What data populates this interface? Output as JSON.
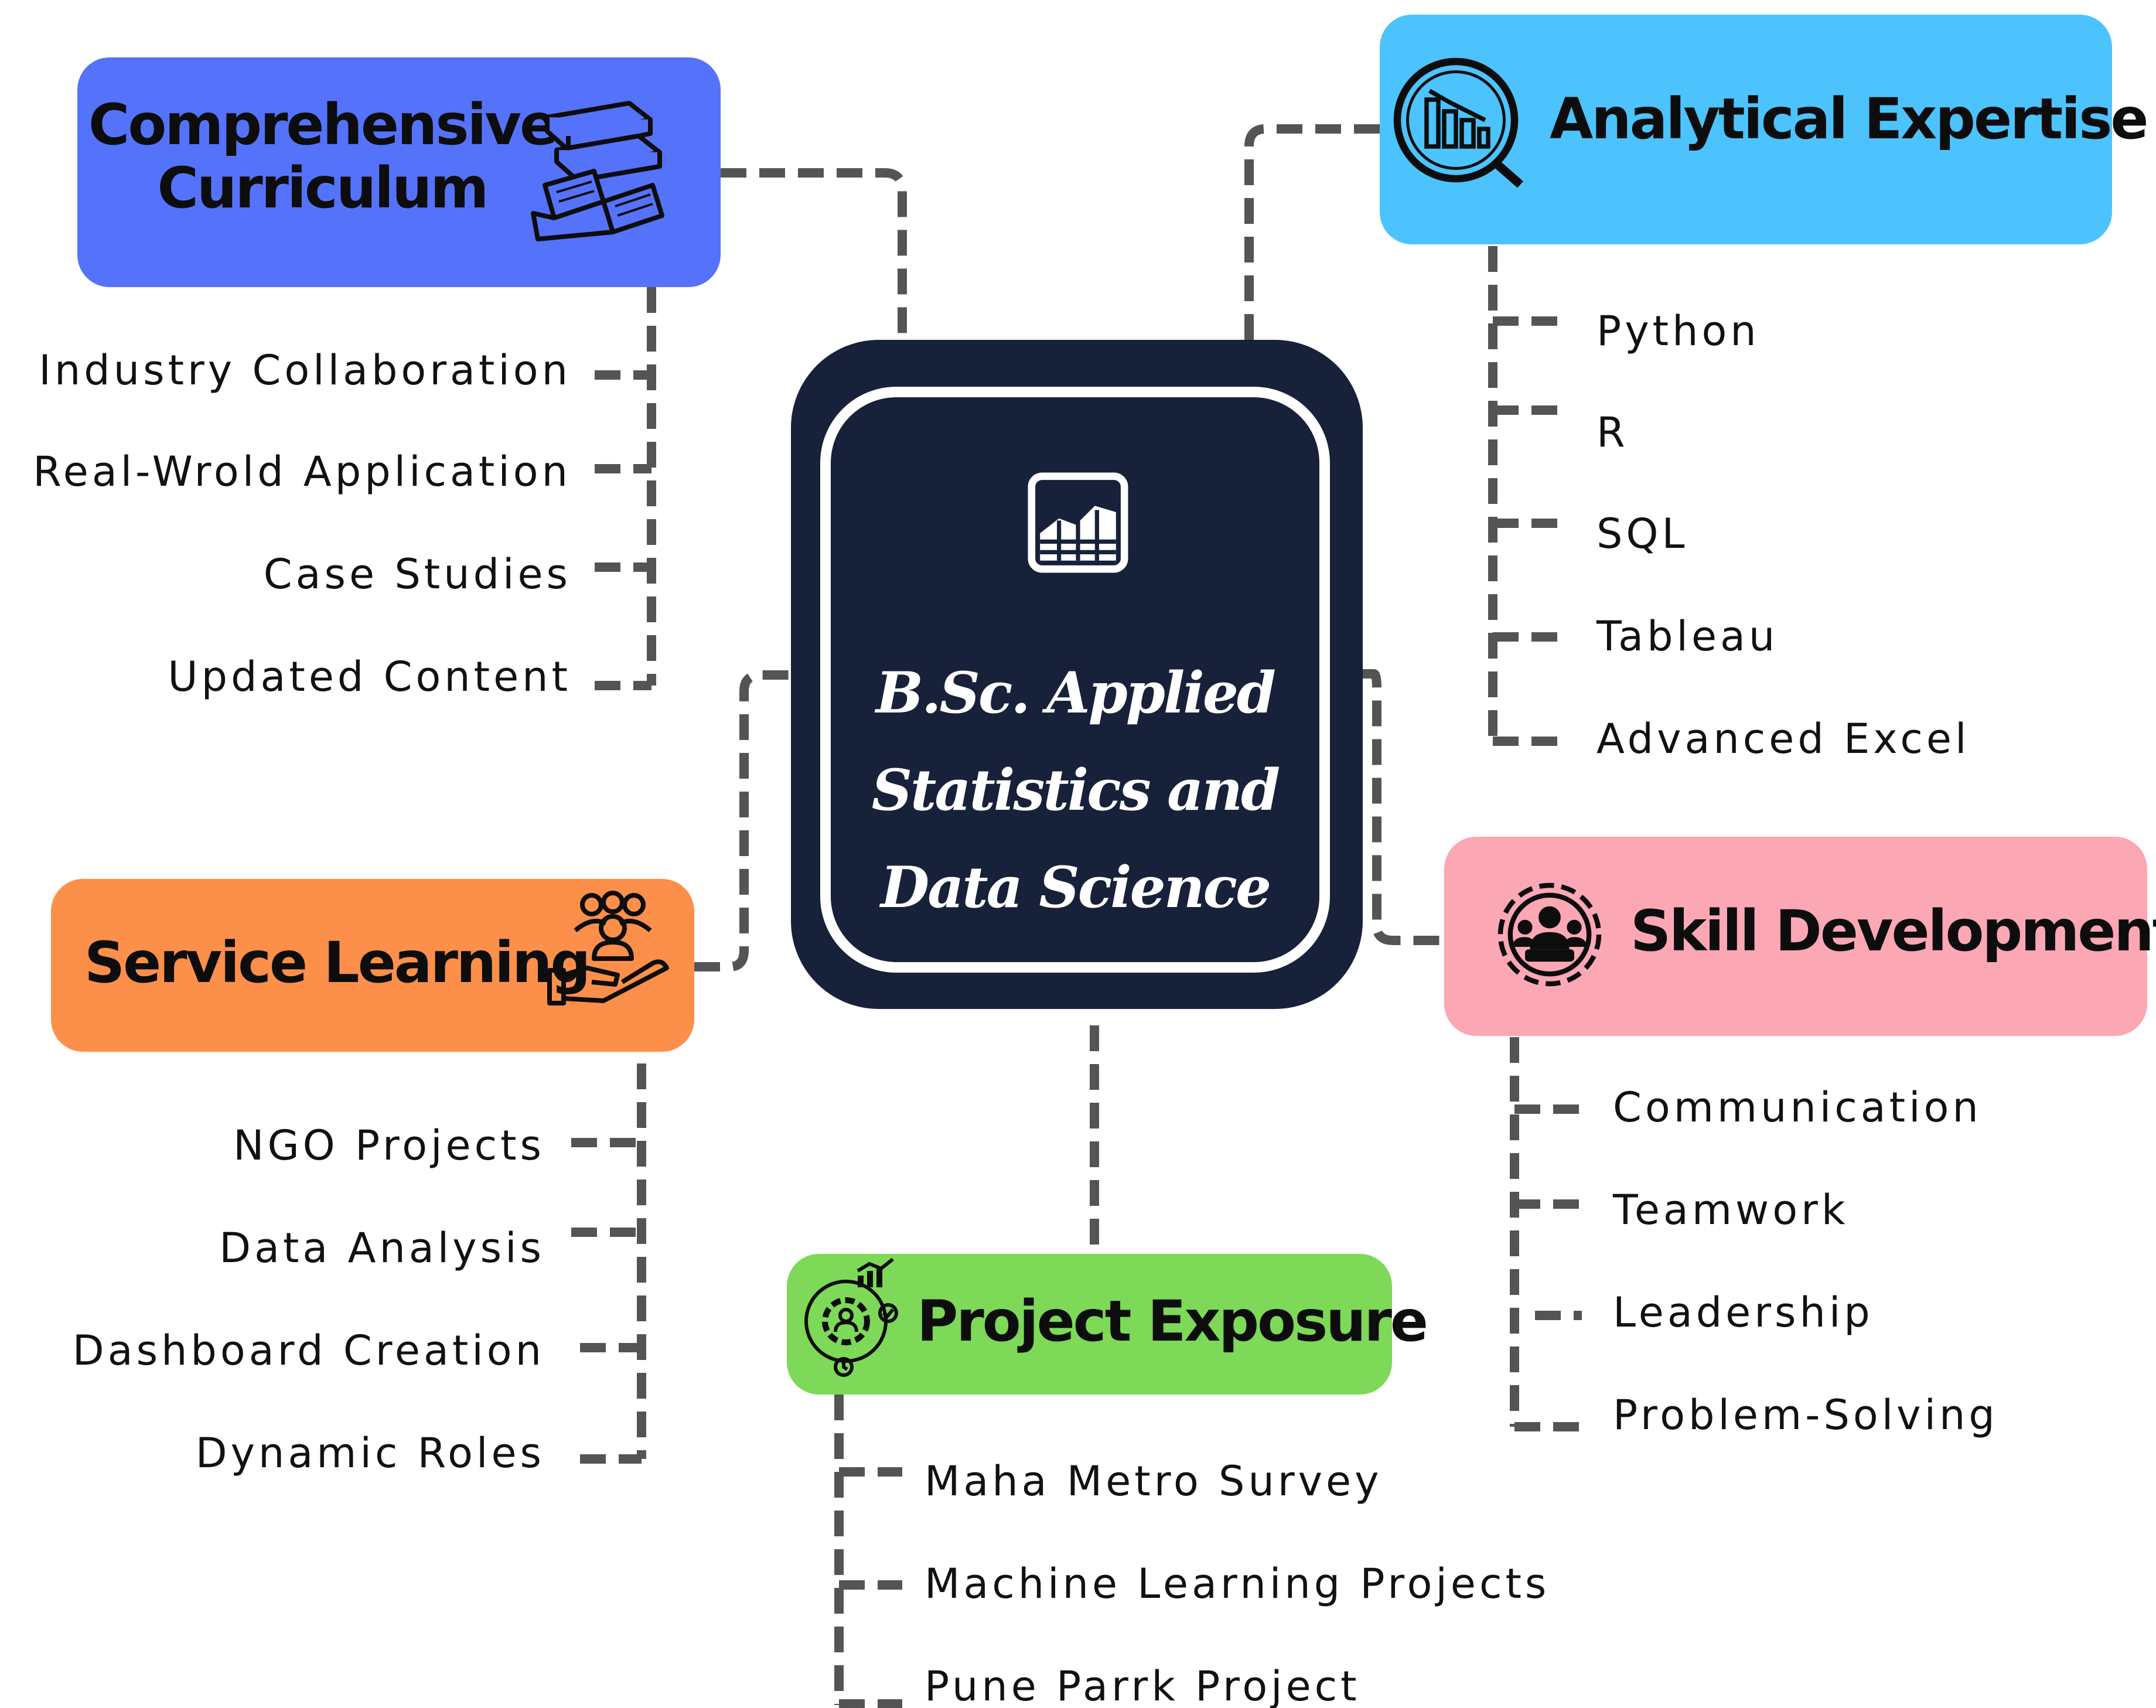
{
  "center": {
    "title": "B.Sc. Applied\nStatistics and\nData Science",
    "icon": "spreadsheet-chart-icon"
  },
  "branches": {
    "curriculum": {
      "title": "Comprehensive\nCurriculum",
      "color": "#5572fb",
      "icon": "books-icon",
      "items": [
        "Industry Collaboration",
        "Real-Wrold Application",
        "Case Studies",
        "Updated Content"
      ]
    },
    "analytical": {
      "title": "Analytical Expertise",
      "color": "#4cc3fd",
      "icon": "bar-chart-magnifier-icon",
      "items": [
        "Python",
        "R",
        "SQL",
        "Tableau",
        "Advanced Excel"
      ]
    },
    "service": {
      "title": "Service Learning",
      "color": "#fc8f4a",
      "icon": "community-hand-icon",
      "items": [
        "NGO Projects",
        "Data Analysis",
        "Dashboard Creation",
        "Dynamic Roles"
      ]
    },
    "skill": {
      "title": "Skill Development",
      "color": "#fca7b4",
      "icon": "team-gear-icon",
      "items": [
        "Communication",
        "Teamwork",
        "Leadership",
        "Problem-Solving"
      ]
    },
    "project": {
      "title": "Project Exposure",
      "color": "#7dd957",
      "icon": "project-gear-icon",
      "items": [
        "Maha Metro Survey",
        "Machine Learning Projects",
        "Pune Parrk Project"
      ]
    }
  },
  "colors": {
    "connector": "#545454",
    "center_fill": "#18213a",
    "center_border": "#ffffff"
  }
}
